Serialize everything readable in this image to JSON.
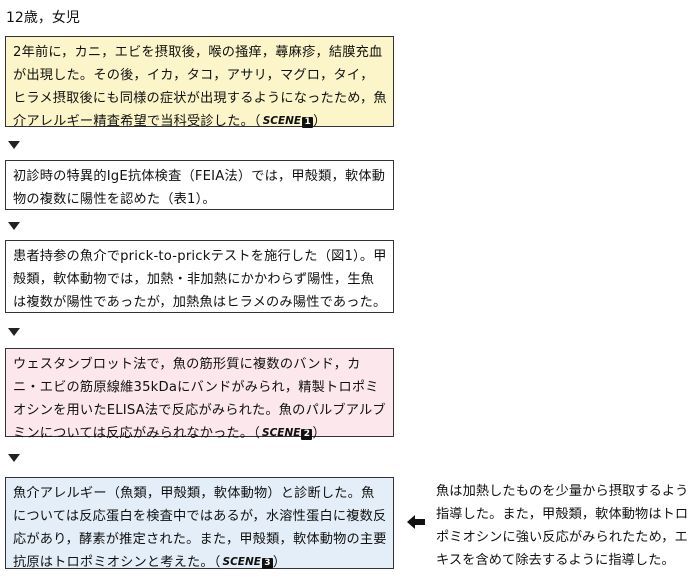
{
  "header": {
    "patient": "12歳，女児"
  },
  "steps": [
    {
      "text": "2年前に，カニ，エビを摂取後，喉の掻痒，蕁麻疹，結膜充血が出現した。その後，イカ，タコ，アサリ，マグロ，タイ，ヒラメ摂取後にも同様の症状が出現するようになったため，魚介アレルギー精査希望で当科受診した。",
      "scene_label": "SCENE",
      "scene_number": "1",
      "bg_color": "#fbf5c9"
    },
    {
      "text": "初診時の特異的IgE抗体検査（FEIA法）では，甲殻類，軟体動物の複数に陽性を認めた（表1）。",
      "bg_color": "#ffffff"
    },
    {
      "text": "患者持参の魚介でprick-to-prickテストを施行した（図1）。甲殻類，軟体動物では，加熱・非加熱にかかわらず陽性，生魚は複数が陽性であったが，加熱魚はヒラメのみ陽性であった。",
      "bg_color": "#ffffff"
    },
    {
      "text": "ウェスタンブロット法で，魚の筋形質に複数のバンド，カニ・エビの筋原線維35kDaにバンドがみられ，精製トロポミオシンを用いたELISA法で反応がみられた。魚のパルブアルブミンについては反応がみられなかった。",
      "scene_label": "SCENE",
      "scene_number": "2",
      "bg_color": "#fbe7ec"
    },
    {
      "text": "魚介アレルギー（魚類，甲殻類，軟体動物）と診断した。魚については反応蛋白を検査中ではあるが，水溶性蛋白に複数反応があり，酵素が推定された。また，甲殻類，軟体動物の主要抗原はトロポミオシンと考えた。",
      "scene_label": "SCENE",
      "scene_number": "3",
      "bg_color": "#e3eef8"
    }
  ],
  "side_note": {
    "text": "魚は加熱したものを少量から摂取するよう指導した。また，甲殻類，軟体動物はトロポミオシンに強い反応がみられたため，エキスを含めて除去するように指導した。"
  },
  "icons": {
    "flow_arrow": "down-triangle-icon",
    "side_arrow": "left-arrow-icon"
  }
}
